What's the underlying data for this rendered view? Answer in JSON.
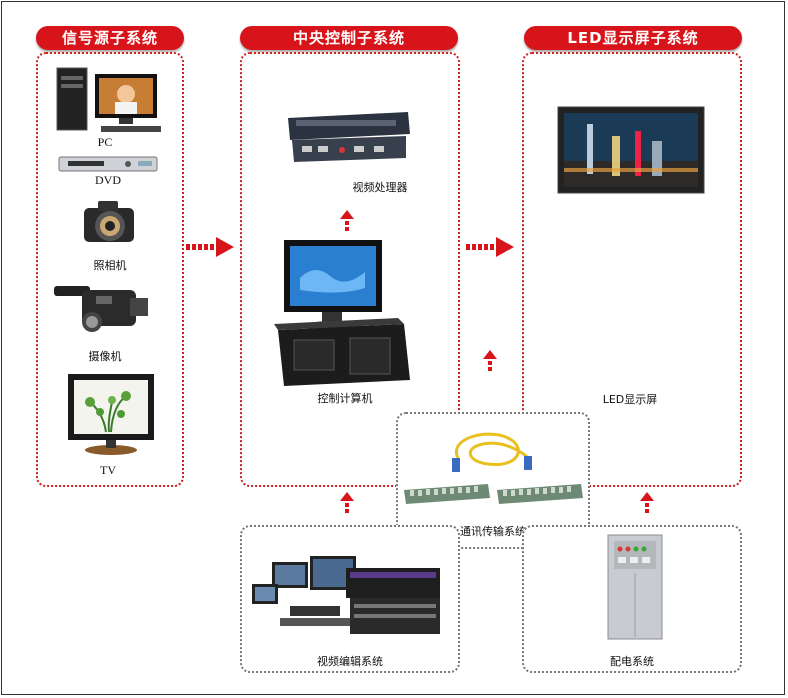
{
  "headers": {
    "signal": "信号源子系统",
    "central": "中央控制子系统",
    "led": "LED显示屏子系统"
  },
  "signal_devices": [
    {
      "label": "PC",
      "icon": "pc-icon"
    },
    {
      "label": "DVD",
      "icon": "dvd-icon"
    },
    {
      "label": "照相机",
      "icon": "camera-icon"
    },
    {
      "label": "摄像机",
      "icon": "camcorder-icon"
    },
    {
      "label": "TV",
      "icon": "tv-icon"
    }
  ],
  "central": {
    "processor_label": "视频处理器",
    "computer_label": "控制计算机"
  },
  "led": {
    "screen_label": "LED显示屏"
  },
  "comm": {
    "label": "通讯传输系统"
  },
  "editing": {
    "label": "视频编辑系统"
  },
  "power": {
    "label": "配电系统"
  },
  "colors": {
    "accent": "#d8141b",
    "border_gray": "#777777"
  }
}
